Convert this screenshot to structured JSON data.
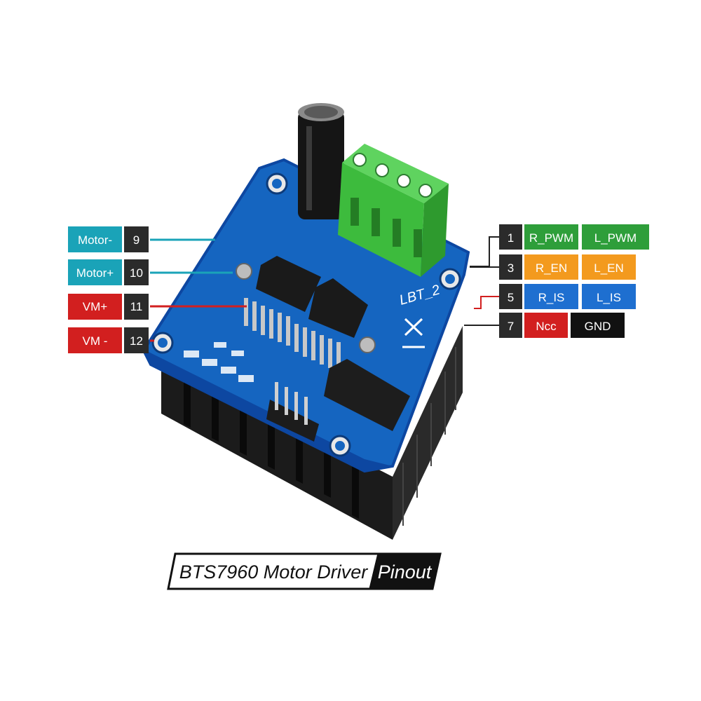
{
  "board": {
    "silkscreen": "LBT_2",
    "colors": {
      "pcb": "#1565c0",
      "pcb_edge": "#0d47a1",
      "terminal": "#3dbb3d",
      "heatsink": "#1b1b1b"
    }
  },
  "left_pins": [
    {
      "label": "Motor-",
      "number": "9",
      "color": "#1aa3b8"
    },
    {
      "label": "Motor+",
      "number": "10",
      "color": "#1aa3b8"
    },
    {
      "label": "VM+",
      "number": "11",
      "color": "#d21f1f"
    },
    {
      "label": "VM -",
      "number": "12",
      "color": "#d21f1f"
    }
  ],
  "right_pins": [
    {
      "number": "1",
      "left": "R_PWM",
      "right": "L_PWM",
      "color": "#2e9e3a",
      "line_color": "#222222"
    },
    {
      "number": "3",
      "left": "R_EN",
      "right": "L_EN",
      "color": "#f39a1e",
      "line_color": "#222222"
    },
    {
      "number": "5",
      "left": "R_IS",
      "right": "L_IS",
      "color": "#1e6fd0",
      "line_color": "#d21f1f"
    },
    {
      "number": "7",
      "left": "Ncc",
      "right": "GND",
      "color_left": "#d21f1f",
      "color_right": "#111111",
      "line_color": "#222222"
    }
  ],
  "title": {
    "main": "BTS7960  Motor Driver",
    "tag": "Pinout"
  },
  "number_box_color": "#2b2b2b"
}
